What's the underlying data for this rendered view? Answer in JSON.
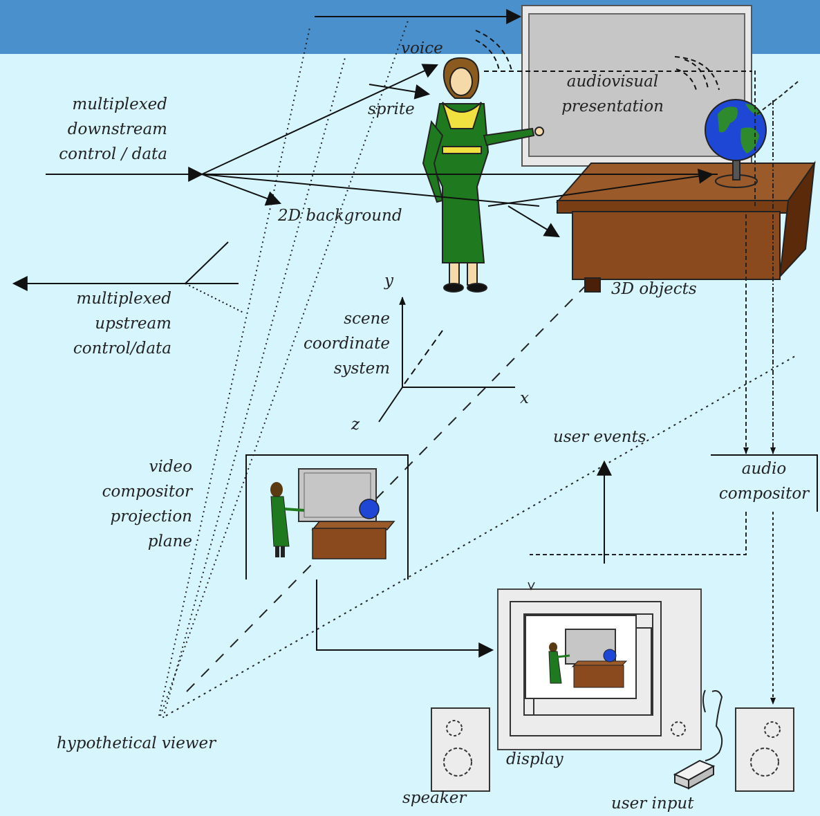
{
  "colors": {
    "page_bg": "#d7f5fd",
    "header_band": "#4a90cc",
    "line": "#111111",
    "screen_fill": "#c6c6c6",
    "desk_wood": "#8b4a1e",
    "dress_green": "#1f7a1f",
    "globe_blue": "#1f47d6",
    "device_grey": "#e6e6e6"
  },
  "labels": {
    "voice": "voice",
    "sprite": "sprite",
    "downstream": [
      "multiplexed",
      "downstream",
      "control / data"
    ],
    "upstream": [
      "multiplexed",
      "upstream",
      "control/data"
    ],
    "background_2d": "2D background",
    "objects_3d": "3D objects",
    "audiovisual": [
      "audiovisual",
      "presentation"
    ],
    "axis_y": "y",
    "axis_x": "x",
    "axis_z": "z",
    "scene_coords": [
      "scene",
      "coordinate",
      "system"
    ],
    "projection_plane": [
      "video",
      "compositor",
      "projection",
      "plane"
    ],
    "user_events": "user events",
    "audio_compositor": [
      "audio",
      "compositor"
    ],
    "viewer": "hypothetical viewer",
    "display": "display",
    "speaker": "speaker",
    "user_input": "user input"
  },
  "icons": {
    "presenter": "presenter-figure-icon",
    "globe": "globe-icon",
    "desk": "desk-icon",
    "monitor": "monitor-icon",
    "speaker": "speaker-icon",
    "mouse": "mouse-icon"
  }
}
